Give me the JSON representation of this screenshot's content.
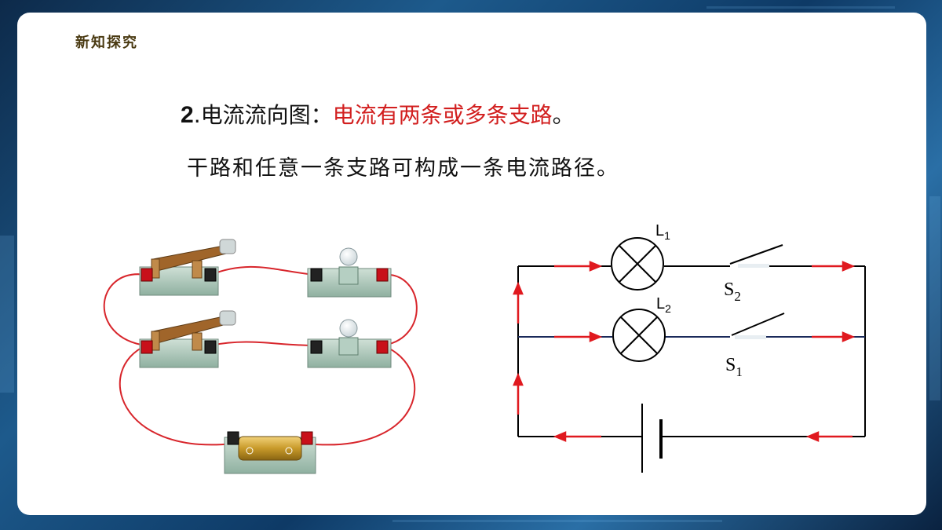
{
  "section": {
    "label": "新知探究"
  },
  "heading": {
    "number": "2",
    "sep": ".",
    "label": "电流流向图：",
    "highlight": "电流有两条或多条支路",
    "end": "。"
  },
  "subline": "干路和任意一条支路可构成一条电流路径。",
  "schematic": {
    "lamp1_label": "L",
    "lamp1_sub": "1",
    "lamp2_label": "L",
    "lamp2_sub": "2",
    "switch2_label": "S",
    "switch2_sub": "2",
    "switch1_label": "S",
    "switch1_sub": "1"
  },
  "colors": {
    "current_arrow": "#e0191f",
    "wire": "#000000",
    "branch_wire": "#1a2a5a",
    "heading_highlight": "#d21f1f",
    "section_label": "#4a3a12"
  }
}
